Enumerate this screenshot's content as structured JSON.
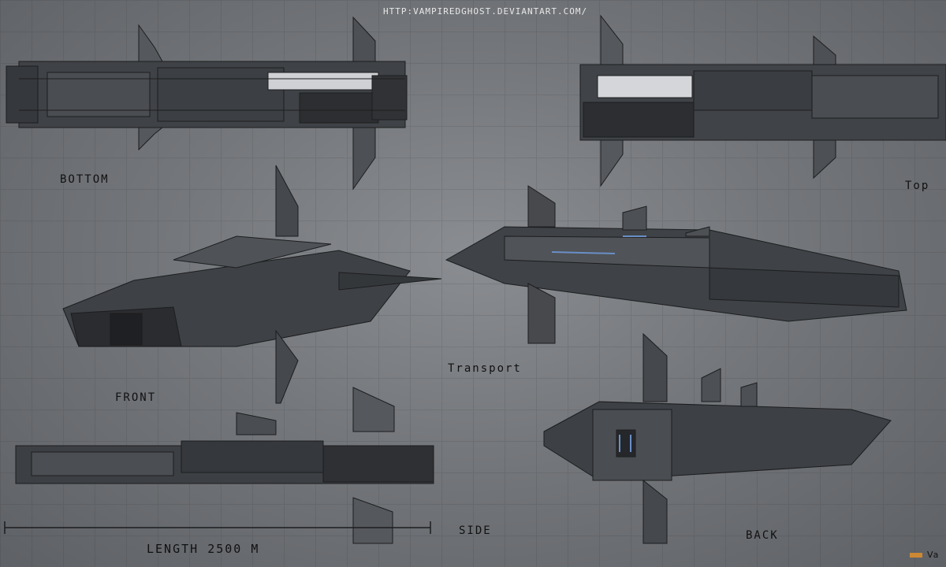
{
  "watermark": {
    "url": "HTTP:VAMPIREDGHOST.DEVIANTART.COM/",
    "corner_text": "Va"
  },
  "labels": {
    "bottom": "BOTTOM",
    "top": "Top",
    "front": "FRONT",
    "transport": "Transport",
    "side": "SIDE",
    "back": "BACK",
    "length": "LENGTH 2500 M"
  },
  "colors": {
    "hull_dark": "#2c2e31",
    "hull_mid": "#45484c",
    "hull_light": "#d8dadc",
    "accent_blue": "#6a8fc8"
  }
}
